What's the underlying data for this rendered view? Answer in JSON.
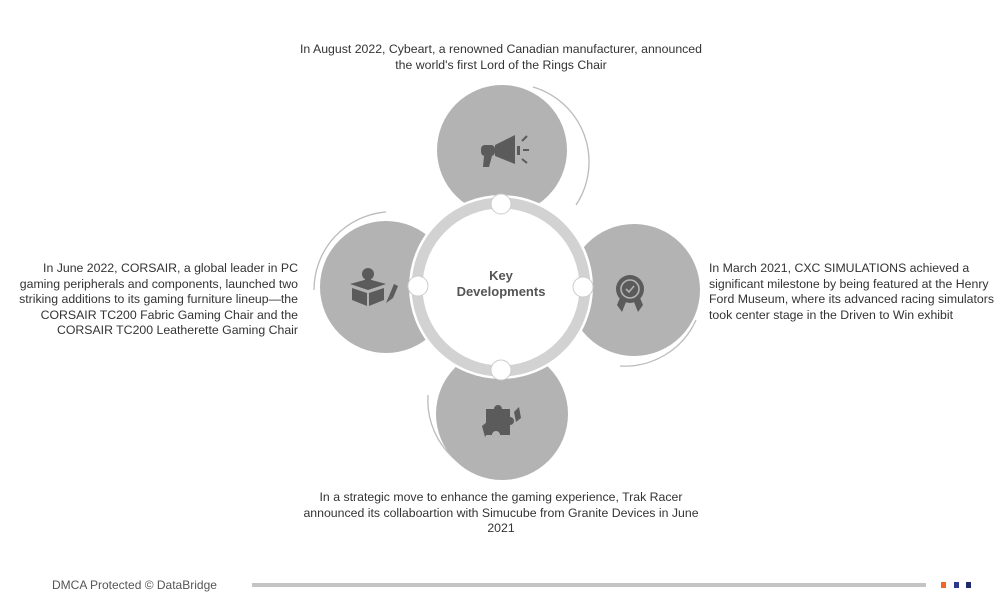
{
  "center": {
    "title_line1": "Key",
    "title_line2": "Developments"
  },
  "developments": {
    "top": "In August 2022, Cybeart, a renowned Canadian manufacturer, announced the world's first Lord of the Rings Chair",
    "left": "In June 2022, CORSAIR, a global leader in PC gaming peripherals and components, launched two striking additions to its gaming furniture lineup—the CORSAIR TC200 Fabric Gaming Chair and the CORSAIR TC200 Leatherette Gaming Chair",
    "right": "In March 2021, CXC SIMULATIONS achieved a significant milestone by being featured at the Henry Ford Museum, where its advanced racing simulators took center stage in the Driven to Win exhibit",
    "bottom": "In a strategic move to enhance the gaming experience, Trak Racer announced its collaboartion with Simucube from Granite Devices in June 2021"
  },
  "icons": {
    "top": "megaphone-icon",
    "left": "idea-box-icon",
    "right": "award-badge-icon",
    "bottom": "puzzle-hands-icon"
  },
  "footer": {
    "text": "DMCA Protected © DataBridge"
  },
  "colors": {
    "circle": "#b3b3b3",
    "ring": "#d2d2d2",
    "icon": "#5b5b5b",
    "sq1": "#f26522",
    "sq2": "#2e3a87",
    "sq3": "#1f2a6b"
  }
}
